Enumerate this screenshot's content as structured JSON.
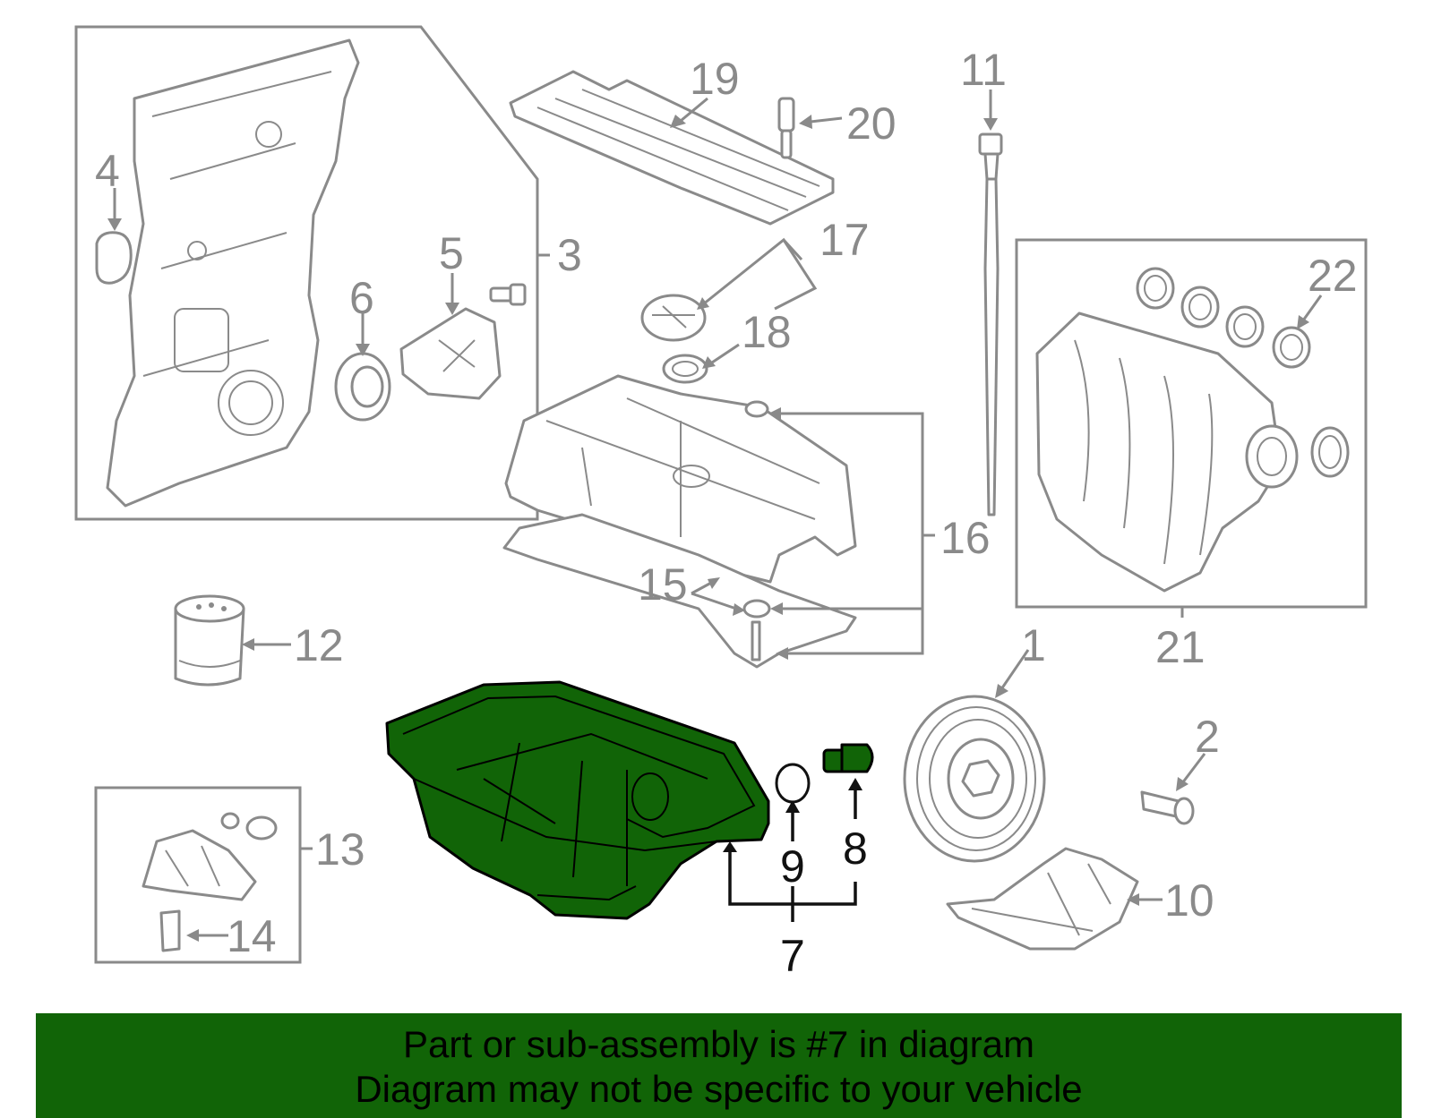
{
  "callouts": {
    "c1": "1",
    "c2": "2",
    "c3": "3",
    "c4": "4",
    "c5": "5",
    "c6": "6",
    "c7": "7",
    "c8": "8",
    "c9": "9",
    "c10": "10",
    "c11": "11",
    "c12": "12",
    "c13": "13",
    "c14": "14",
    "c15": "15",
    "c16": "16",
    "c17": "17",
    "c18": "18",
    "c19": "19",
    "c20": "20",
    "c21": "21",
    "c22": "22"
  },
  "highlighted_part": "7",
  "colors": {
    "highlight": "#116407",
    "diagram_gray": "#8a8a8a",
    "callout_active": "#111111",
    "footer_background": "#116407"
  },
  "footer": {
    "line1": "Part or sub-assembly is #7 in diagram",
    "line2": "Diagram may not be specific to your vehicle"
  }
}
